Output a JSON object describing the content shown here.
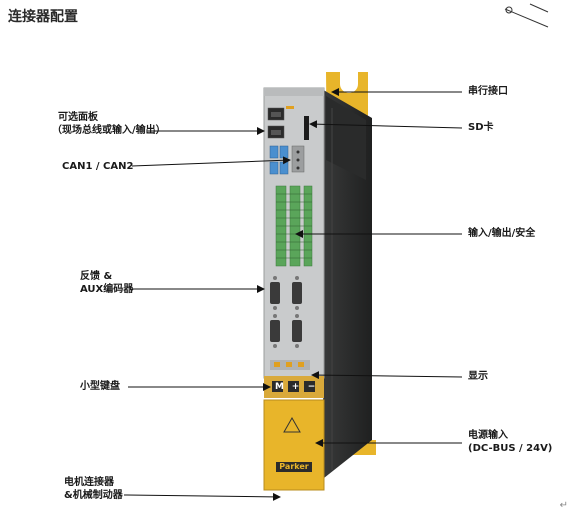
{
  "title": "连接器配置",
  "labels": {
    "optional_panel_l1": "可选面板",
    "optional_panel_l2": "（现场总线或输入/输出）",
    "can": "CAN1 / CAN2",
    "feedback_l1": "反馈 &",
    "feedback_l2": "AUX编码器",
    "keypad": "小型键盘",
    "motor_l1": "电机连接器",
    "motor_l2": "&机械制动器",
    "serial": "串行接口",
    "sd": "SD卡",
    "io": "输入/输出/安全",
    "display": "显示",
    "power_l1": "电源输入",
    "power_l2": "(DC-BUS / 24V)"
  },
  "device": {
    "brand": "Parker",
    "key_m": "M",
    "key_plus": "+",
    "key_minus": "−"
  },
  "colors": {
    "yellow": "#e8b52a",
    "body_dark": "#2f3030",
    "panel": "#c9cbcc",
    "terminal_green": "#5aa55a"
  },
  "corner_mark": "↵"
}
